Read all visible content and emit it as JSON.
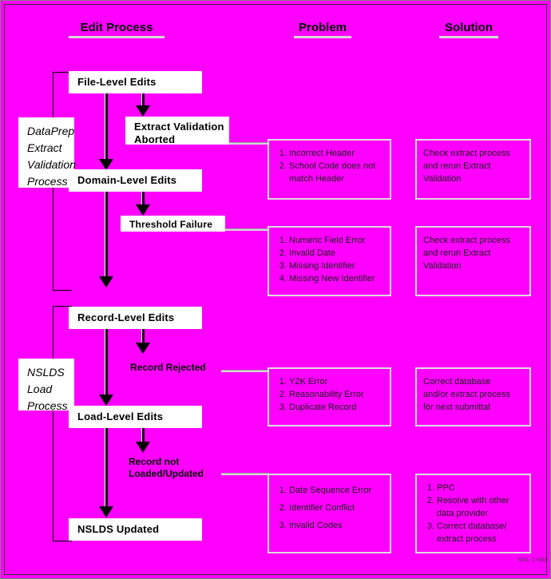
{
  "diagram": {
    "title_columns": [
      {
        "label": "Edit Process"
      },
      {
        "label": "Problem"
      },
      {
        "label": "Solution"
      }
    ],
    "swimlanes": [
      {
        "label": "DataPrep\nExtract\nValidation\nProcess"
      },
      {
        "label": "NSLDS\nLoad\nProcess"
      }
    ],
    "process_steps": [
      {
        "label": "File-Level Edits"
      },
      {
        "label": "Domain-Level Edits"
      },
      {
        "label": "Record-Level Edits"
      },
      {
        "label": "Load-Level Edits"
      },
      {
        "label": "NSLDS Updated"
      }
    ],
    "outcomes": [
      {
        "label": "Extract Validation\nAborted"
      },
      {
        "label": "Threshold Failure"
      },
      {
        "label": "Record Rejected"
      },
      {
        "label": "Record not\nLoaded/Updated"
      }
    ],
    "rows": [
      {
        "problems": [
          "Incorrect Header",
          "School Code does not match Header"
        ],
        "solution_text": "Check extract process\nand rerun Extract\nValidation",
        "solution_items": []
      },
      {
        "problems": [
          "Numeric Field Error",
          "Invalid Date",
          "Missing Identifier",
          "Missing New Identifier"
        ],
        "solution_text": "Check extract process\nand rerun Extract\nValidation",
        "solution_items": []
      },
      {
        "problems": [
          "Y2K Error",
          "Reasonability Error",
          "Duplicate Record"
        ],
        "solution_text": "Correct database\nand/or extract process\n for next submittal",
        "solution_items": []
      },
      {
        "problems": [
          "Date Sequence Error",
          "Identifier Conflict",
          "Invalid Codes"
        ],
        "solution_text": "",
        "solution_items": [
          "PPC",
          "Resolve with other data provider",
          "Correct database/ extract process"
        ]
      }
    ],
    "footnote": "NSL-1-061",
    "colors": {
      "background": "#ff00ff",
      "box_fill": "#ffffff",
      "box_border": "#dcdcdc",
      "line": "#000000",
      "text": "#000000"
    }
  }
}
